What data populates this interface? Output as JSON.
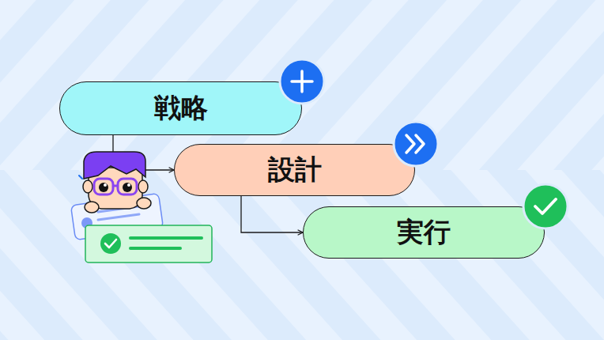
{
  "diagram": {
    "nodes": [
      {
        "text": [
          "戦略"
        ]
      },
      {
        "text": [
          "設計"
        ]
      },
      {
        "text": [
          "実行"
        ]
      }
    ],
    "edges": [
      {
        "from": 0,
        "to": 1,
        "arrow": "to"
      },
      {
        "from": 1,
        "to": 2,
        "arrow": "to"
      }
    ]
  }
}
